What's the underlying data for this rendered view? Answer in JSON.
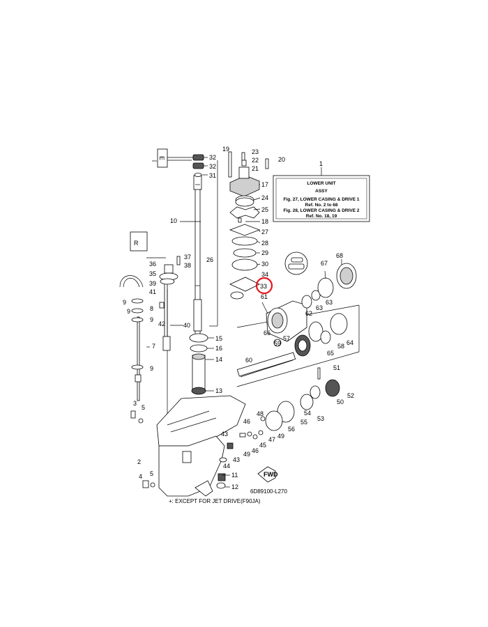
{
  "info_box": {
    "ref": "1",
    "lines": [
      "LOWER UNIT",
      "ASSY",
      "Fig. 27, LOWER CASING & DRIVE 1",
      "Ref. No. 2 to 68",
      "Fig. 28, LOWER CASING & DRIVE 2",
      "Ref. No. 18, 19"
    ]
  },
  "diagram_code": "6D89100-L270",
  "footnote": "+: EXCEPT FOR JET DRIVE(F90JA)",
  "fwd_label": "FWD",
  "highlight": {
    "part": "33",
    "color": "#e8141b"
  },
  "part_labels": [
    "2",
    "3",
    "4",
    "5",
    "5",
    "7",
    "8",
    "9",
    "9",
    "9",
    "9",
    "10",
    "11",
    "12",
    "13",
    "14",
    "15",
    "16",
    "17",
    "18",
    "19",
    "20",
    "21",
    "22",
    "23",
    "24",
    "25",
    "26",
    "27",
    "28",
    "29",
    "30",
    "31",
    "32",
    "32",
    "33",
    "34",
    "35",
    "36",
    "37",
    "38",
    "39",
    "40",
    "41",
    "42",
    "43",
    "43",
    "44",
    "45",
    "46",
    "46",
    "47",
    "48",
    "49",
    "49",
    "50",
    "51",
    "52",
    "53",
    "54",
    "55",
    "56",
    "57",
    "58",
    "59",
    "60",
    "61",
    "62",
    "63",
    "63",
    "64",
    "65",
    "66",
    "67",
    "68"
  ]
}
